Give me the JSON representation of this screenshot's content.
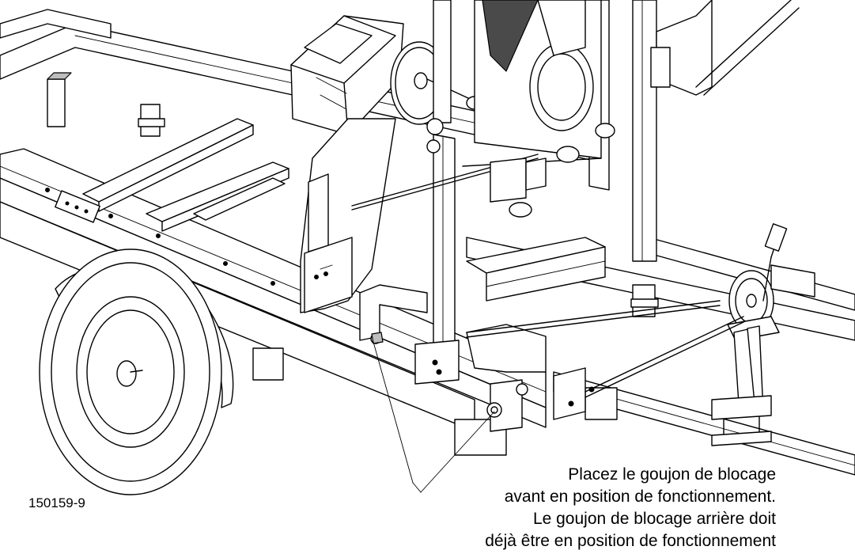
{
  "figure_id": "150159-9",
  "callout": {
    "lines": [
      "Placez le goujon de blocage",
      "avant en position de fonctionnement.",
      "Le goujon de blocage arrière doit",
      "déjà être en position de fonctionnement"
    ]
  },
  "colors": {
    "line": "#000000",
    "background": "#ffffff",
    "shade": "#bdbdbd",
    "dark": "#4a4a4a"
  }
}
